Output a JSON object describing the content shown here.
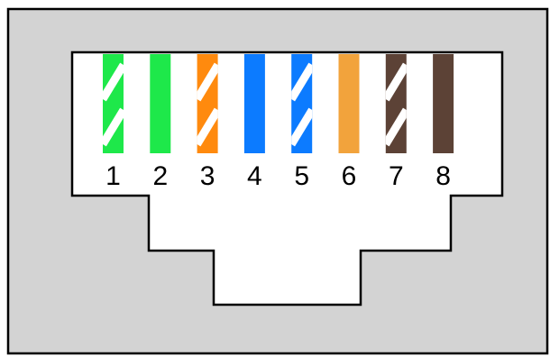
{
  "colors": {
    "housing_fill": "#d3d3d3",
    "housing_stroke": "#000000",
    "socket_fill": "#ffffff",
    "stripe": "#ffffff"
  },
  "pins": [
    {
      "label": "1",
      "color": "#1ee84a",
      "striped": true,
      "icon": "green-white-stripe"
    },
    {
      "label": "2",
      "color": "#1ee84a",
      "striped": false,
      "icon": "green-solid"
    },
    {
      "label": "3",
      "color": "#ff8a0e",
      "striped": true,
      "icon": "orange-white-stripe"
    },
    {
      "label": "4",
      "color": "#0c7bff",
      "striped": false,
      "icon": "blue-solid"
    },
    {
      "label": "5",
      "color": "#0c7bff",
      "striped": true,
      "icon": "blue-white-stripe"
    },
    {
      "label": "6",
      "color": "#f2a33c",
      "striped": false,
      "icon": "orange-solid"
    },
    {
      "label": "7",
      "color": "#5c4236",
      "striped": true,
      "icon": "brown-white-stripe"
    },
    {
      "label": "8",
      "color": "#5c4236",
      "striped": false,
      "icon": "brown-solid"
    }
  ]
}
